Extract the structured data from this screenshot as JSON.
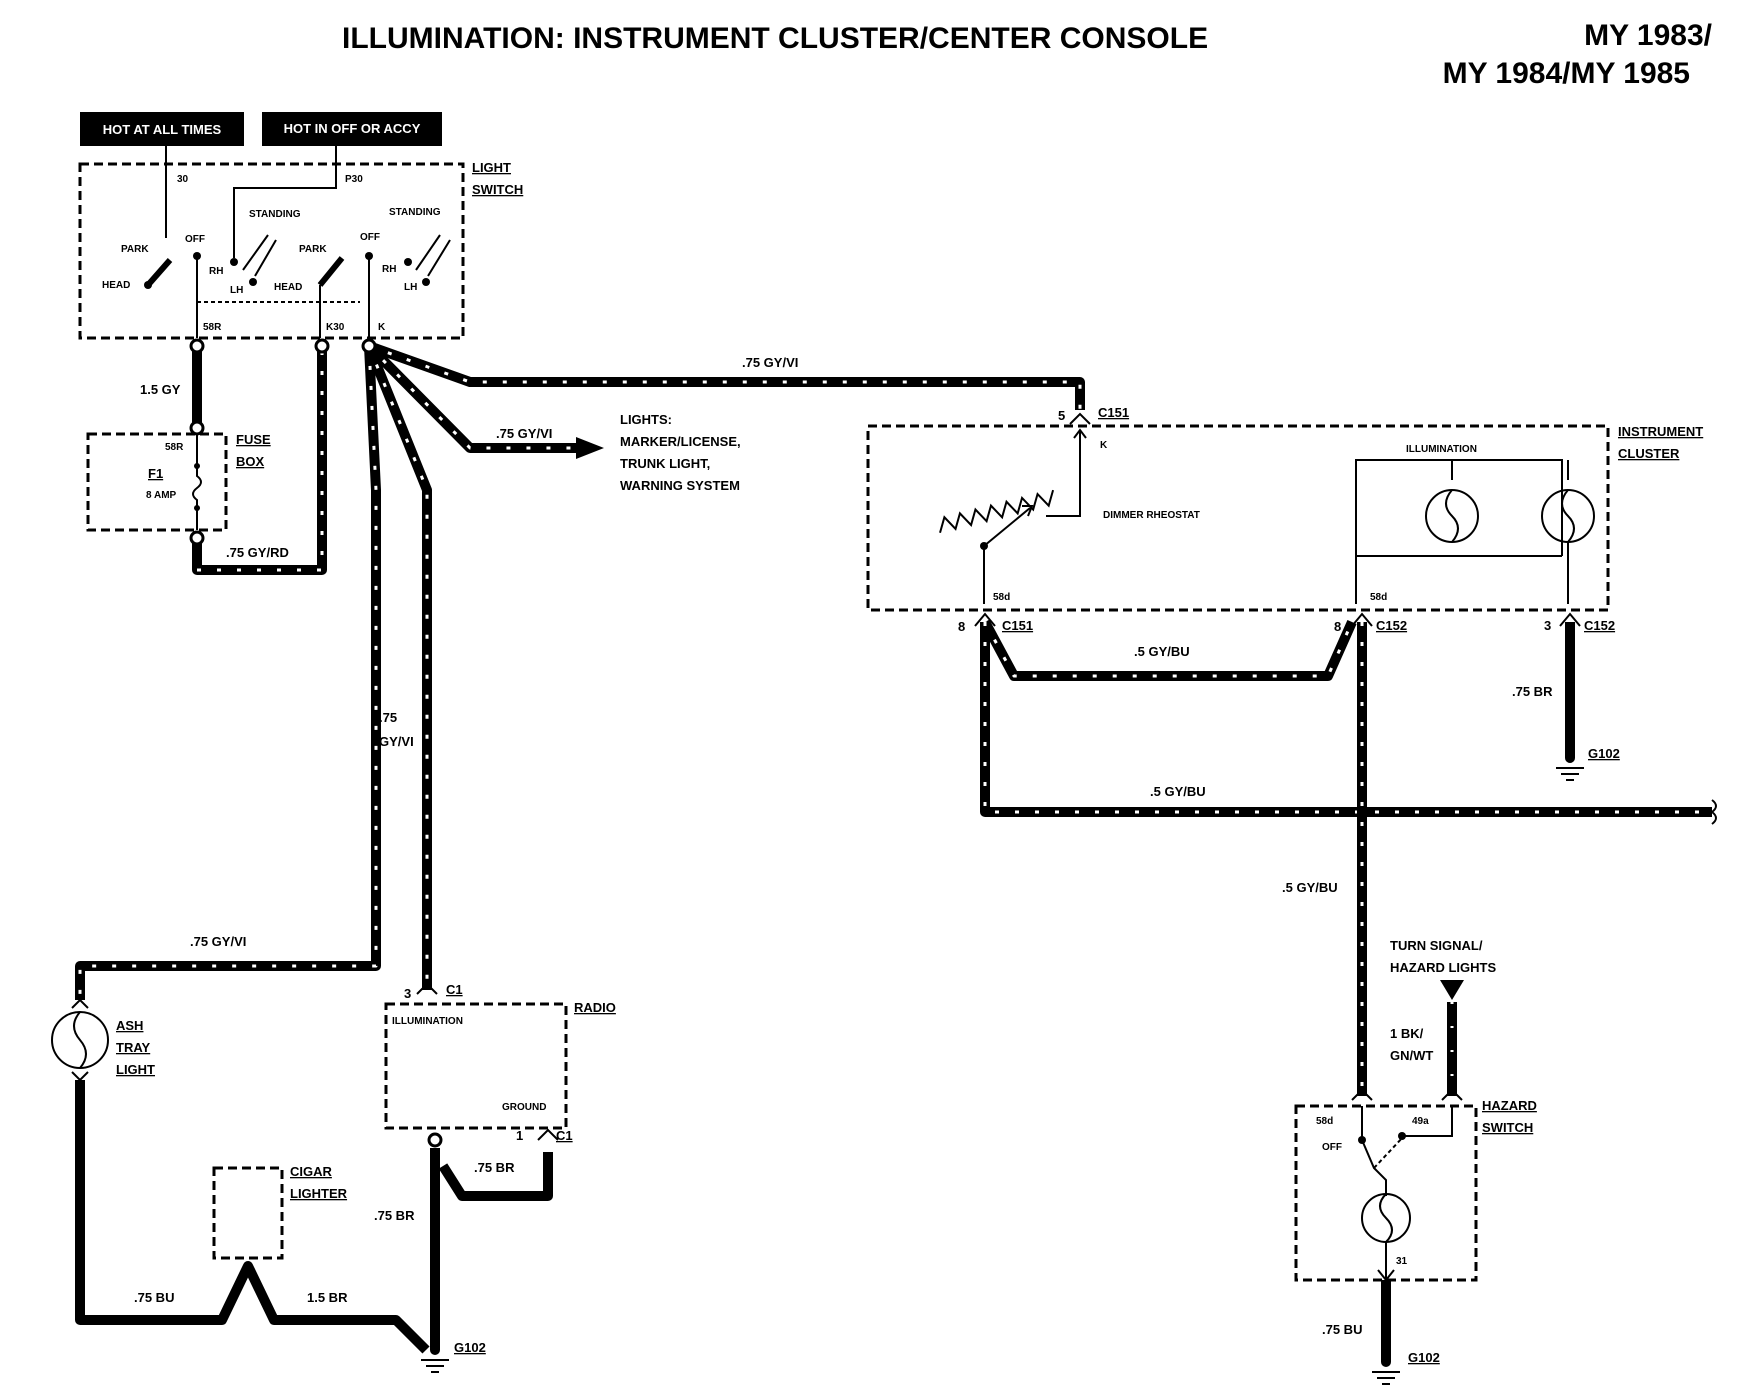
{
  "title": {
    "main": "ILLUMINATION: INSTRUMENT CLUSTER/CENTER  CONSOLE",
    "model_years_line1": "MY 1983/",
    "model_years_line2": "MY 1984/MY 1985"
  },
  "power_labels": {
    "hot_at_all_times": "HOT AT ALL TIMES",
    "hot_in_off_or_accy": "HOT IN OFF OR ACCY"
  },
  "light_switch": {
    "label_line1": "LIGHT",
    "label_line2": "SWITCH",
    "term_30": "30",
    "term_p30": "P30",
    "term_58r": "58R",
    "term_k30": "K30",
    "term_k": "K",
    "park_left": "PARK",
    "head_left": "HEAD",
    "off_left": "OFF",
    "rh_left": "RH",
    "lh_left": "LH",
    "standing_left": "STANDING",
    "park_right": "PARK",
    "head_right": "HEAD",
    "off_right": "OFF",
    "rh_right": "RH",
    "lh_right": "LH",
    "standing_right": "STANDING"
  },
  "fuse_box": {
    "label_line1": "FUSE",
    "label_line2": "BOX",
    "term": "58R",
    "fuse_name": "F1",
    "fuse_rating": "8 AMP"
  },
  "wires": {
    "w_15gy": "1.5 GY",
    "w_75gyrd": ".75 GY/RD",
    "w_top_gyvi": ".75 GY/VI",
    "w_lights_gyvi": ".75 GY/VI",
    "w_vert_75": ".75",
    "w_vert_gyvi": "GY/VI",
    "w_ash_gyvi": ".75 GY/VI",
    "w_gybu_1": ".5 GY/BU",
    "w_gybu_2": ".5 GY/BU",
    "w_gybu_3": ".5 GY/BU",
    "w_br_cluster": ".75 BR",
    "w_br_radio1": ".75 BR",
    "w_br_radio2": ".75 BR",
    "w_bu_ash": ".75 BU",
    "w_br_cigar": "1.5 BR",
    "w_bu_hazard": ".75 BU",
    "w_bk_line1": "1 BK/",
    "w_bk_line2": "GN/WT"
  },
  "lights_dest": {
    "line1": "LIGHTS:",
    "line2": "MARKER/LICENSE,",
    "line3": "TRUNK LIGHT,",
    "line4": "WARNING SYSTEM"
  },
  "instrument_cluster": {
    "label_line1": "INSTRUMENT",
    "label_line2": "CLUSTER",
    "illumination": "ILLUMINATION",
    "dimmer": "DIMMER RHEOSTAT",
    "term_k": "K",
    "term_58d_a": "58d",
    "term_58d_b": "58d"
  },
  "connectors": {
    "c151_top": "C151",
    "c151_top_pin": "5",
    "c151_bottom": "C151",
    "c151_bottom_pin": "8",
    "c152_a": "C152",
    "c152_a_pin": "8",
    "c152_b": "C152",
    "c152_b_pin": "3",
    "c1_top": "C1",
    "c1_top_pin": "3",
    "c1_bottom": "C1",
    "c1_bottom_pin": "1"
  },
  "grounds": {
    "g_cluster": "G102",
    "g_radio": "G102",
    "g_hazard": "G102"
  },
  "ash_tray": {
    "line1": "ASH",
    "line2": "TRAY",
    "line3": "LIGHT"
  },
  "radio": {
    "label": "RADIO",
    "illumination": "ILLUMINATION",
    "ground": "GROUND"
  },
  "cigar_lighter": {
    "line1": "CIGAR",
    "line2": "LIGHTER"
  },
  "hazard": {
    "turn_line1": "TURN SIGNAL/",
    "turn_line2": "HAZARD LIGHTS",
    "label_line1": "HAZARD",
    "label_line2": "SWITCH",
    "term_58d": "58d",
    "term_49a": "49a",
    "off": "OFF",
    "term_31": "31"
  }
}
